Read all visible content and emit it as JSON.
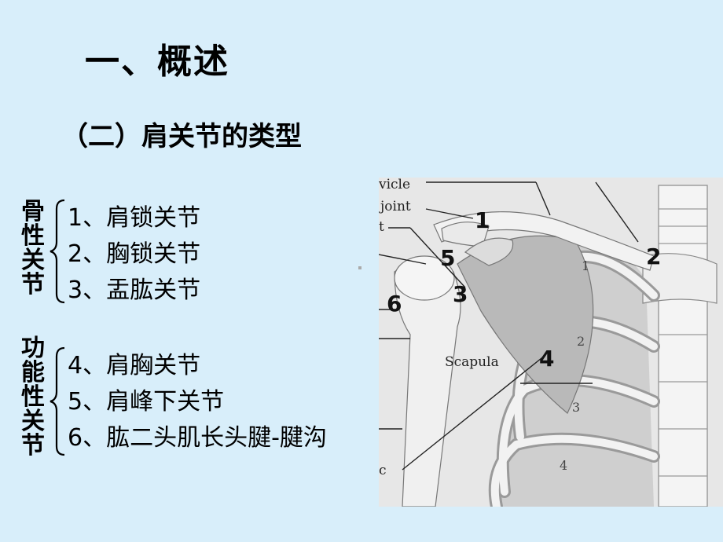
{
  "title": "一、概述",
  "subtitle": "（二）肩关节的类型",
  "groups": {
    "bony": {
      "label_chars": [
        "骨",
        "性",
        "关",
        "节"
      ],
      "items": [
        "1、肩锁关节",
        "2、胸锁关节",
        "3、盂肱关节"
      ]
    },
    "functional": {
      "label_chars": [
        "功",
        "能",
        "性",
        "关",
        "节"
      ],
      "items": [
        "4、肩胸关节",
        "5、肩峰下关节",
        "6、肱二头肌长头腱-腱沟"
      ]
    }
  },
  "figure": {
    "partial_labels": [
      "vicle",
      "joint",
      "t",
      "c"
    ],
    "scapula_label": "Scapula",
    "rib_numbers": [
      "1",
      "2",
      "3",
      "4"
    ],
    "markers": [
      "1",
      "2",
      "3",
      "4",
      "5",
      "6"
    ]
  }
}
